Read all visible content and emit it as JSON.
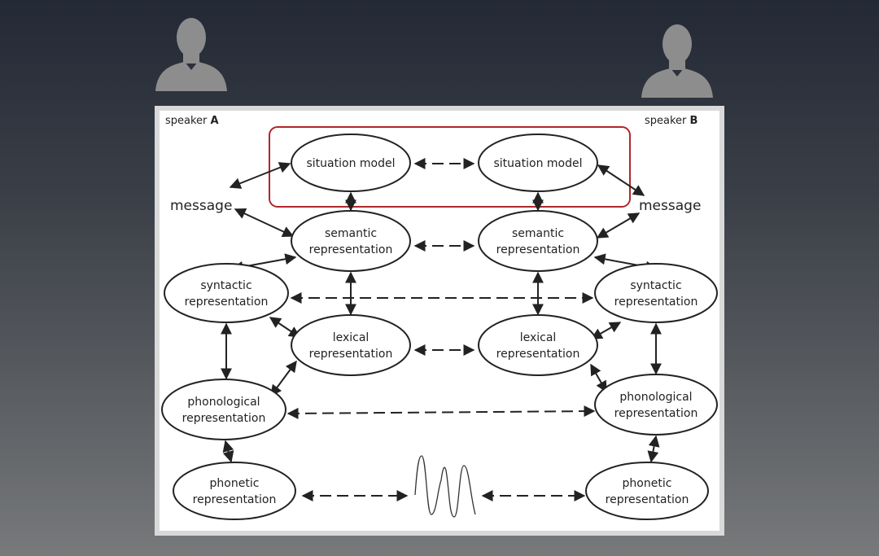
{
  "speakers": {
    "a": {
      "prefix": "speaker ",
      "letter": "A"
    },
    "b": {
      "prefix": "speaker ",
      "letter": "B"
    }
  },
  "messages": {
    "left": "message",
    "right": "message"
  },
  "nodes": {
    "sit_a": [
      "situation model"
    ],
    "sit_b": [
      "situation model"
    ],
    "sem_a": [
      "semantic",
      "representation"
    ],
    "sem_b": [
      "semantic",
      "representation"
    ],
    "syn_a": [
      "syntactic",
      "representation"
    ],
    "syn_b": [
      "syntactic",
      "representation"
    ],
    "lex_a": [
      "lexical",
      "representation"
    ],
    "lex_b": [
      "lexical",
      "representation"
    ],
    "pho_a": [
      "phonological",
      "representation"
    ],
    "pho_b": [
      "phonological",
      "representation"
    ],
    "phn_a": [
      "phonetic",
      "representation"
    ],
    "phn_b": [
      "phonetic",
      "representation"
    ]
  },
  "colors": {
    "highlight": "#b0262b",
    "line": "#222222",
    "avatar": "#8d8d8d"
  },
  "icons": [
    "person-silhouette-icon",
    "waveform-icon"
  ]
}
